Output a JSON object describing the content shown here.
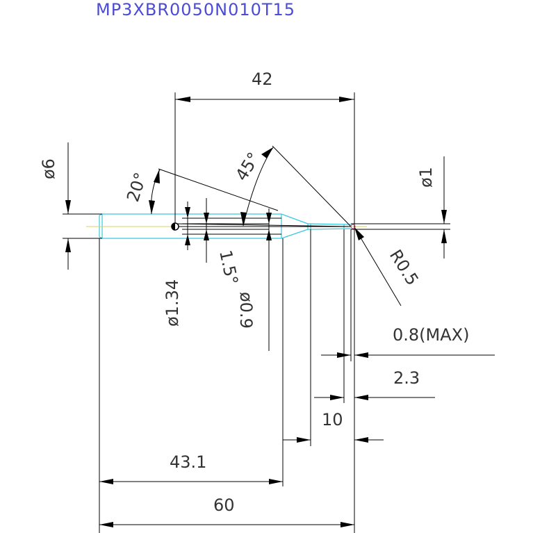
{
  "drawing": {
    "part_number": "MP3XBR0050N010T15",
    "dimensions": {
      "overall_tip_distance": "42",
      "shank_diameter": "ø6",
      "shank_angle": "20°",
      "point_angle": "45°",
      "tip_diameter": "ø1",
      "taper_angle": "1.5°",
      "radius": "R0.5",
      "neck_diameter_1": "ø1.34",
      "neck_diameter_2": "ø0.9",
      "max_tip": "0.8(MAX)",
      "neck_length_1": "2.3",
      "neck_length_2": "10",
      "body_length": "43.1",
      "overall_length": "60"
    },
    "colors": {
      "background": "#ffffff",
      "dimension_line": "#000000",
      "dimension_text": "#333333",
      "title": "#4b4bd8",
      "part_outline": "#38c8dc",
      "centerline": "#d8d060"
    }
  }
}
